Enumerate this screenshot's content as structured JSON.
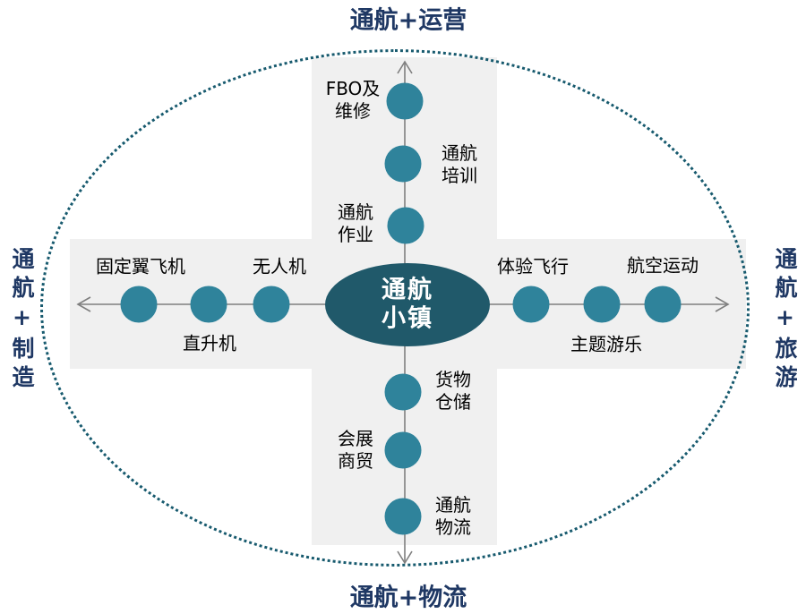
{
  "diagram": {
    "axis_titles": {
      "top": "通航+运营",
      "bottom": "通航+物流",
      "left": "通航+制造",
      "right": "通航+旅游"
    },
    "center": {
      "label": "通航\n小镇"
    },
    "nodes": {
      "top": [
        {
          "label": "FBO及\n维修"
        },
        {
          "label": "通航\n培训"
        },
        {
          "label": "通航\n作业"
        }
      ],
      "left": [
        {
          "label": "固定翼飞机"
        },
        {
          "label": "直升机"
        },
        {
          "label": "无人机"
        }
      ],
      "right": [
        {
          "label": "体验飞行"
        },
        {
          "label": "主题游乐"
        },
        {
          "label": "航空运动"
        }
      ],
      "bottom": [
        {
          "label": "货物\n仓储"
        },
        {
          "label": "会展\n商贸"
        },
        {
          "label": "通航\n物流"
        }
      ]
    },
    "colors": {
      "node_teal": "#2f839b",
      "center_teal": "#20596a",
      "title_navy": "#1f3864",
      "cross_gray": "#f0f0f0",
      "line_gray": "#7f7f7f",
      "ellipse_dot": "#175a6e"
    }
  }
}
